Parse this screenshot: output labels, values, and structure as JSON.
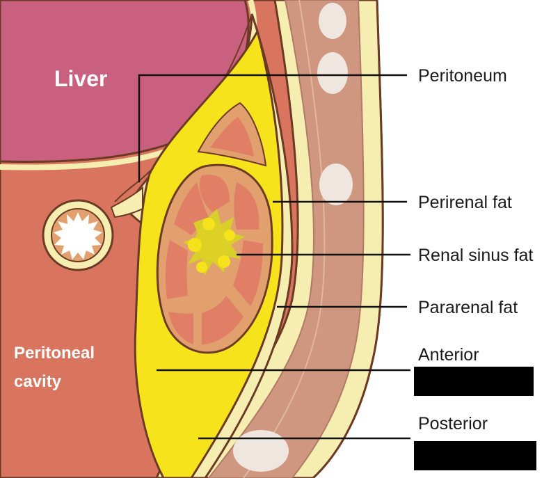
{
  "organs": {
    "liver": "Liver",
    "cavity_line1": "Peritoneal",
    "cavity_line2": "cavity"
  },
  "labels": {
    "peritoneum": "Peritoneum",
    "perirenal": "Perirenal fat",
    "sinus": "Renal sinus fat",
    "pararenal": "Pararenal fat",
    "anterior": "Anterior",
    "posterior": "Posterior"
  },
  "colors": {
    "liver": "#c9607f",
    "cavity": "#d9755f",
    "fat_yellow": "#f7e31b",
    "fat_pale": "#f6edb0",
    "kidney_outer": "#e2a06e",
    "kidney_lobe": "#e07f66",
    "wall_brown": "#cf9680",
    "outline": "#6b3a24"
  }
}
